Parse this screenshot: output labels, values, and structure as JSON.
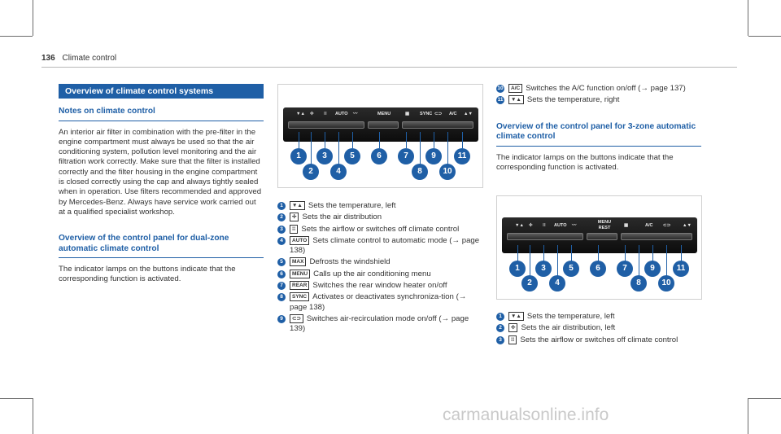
{
  "header": {
    "page_number": "136",
    "section": "Climate control"
  },
  "overview": {
    "banner": "Overview of climate control systems",
    "notes_heading": "Notes on climate control",
    "notes_text": "An interior air filter in combination with the pre-filter in the engine compartment must always be used so that the air conditioning system, pollution level monitoring and the air filtration work correctly. Make sure that the filter is installed correctly and the filter housing in the engine compartment is closed correctly using the cap and always tightly sealed when in operation. Use filters recommended and approved by Mercedes-Benz. Always have service work carried out at a qualified specialist workshop.",
    "dual_heading": "Overview of the control panel for dual-zone automatic climate control",
    "dual_text": "The indicator lamps on the buttons indicate that the corresponding function is activated."
  },
  "figure1": {
    "labels": [
      "▼▲",
      "✢",
      "⁞⁞",
      "AUTO",
      "〰",
      "MENU",
      "▦",
      "SYNC",
      "⊂⊃",
      "A/C",
      "▲▼"
    ],
    "callouts": [
      "1",
      "2",
      "3",
      "4",
      "5",
      "6",
      "7",
      "8",
      "9",
      "10",
      "11"
    ]
  },
  "dual_items": [
    {
      "num": "1",
      "icon": "▼▲",
      "text": "Sets the temperature, left"
    },
    {
      "num": "2",
      "icon": "✢",
      "text": "Sets the air distribution"
    },
    {
      "num": "3",
      "icon": "⁞⁞",
      "text": "Sets the airflow or switches off climate control"
    },
    {
      "num": "4",
      "icon": "AUTO",
      "text": "Sets climate control to automatic mode (→ page 138)"
    },
    {
      "num": "5",
      "icon": "MAX",
      "text": "Defrosts the windshield"
    },
    {
      "num": "6",
      "icon": "MENU",
      "text": "Calls up the air conditioning menu"
    },
    {
      "num": "7",
      "icon": "REAR",
      "text": "Switches the rear window heater on/off"
    },
    {
      "num": "8",
      "icon": "SYNC",
      "text": "Activates or deactivates synchroniza-tion (→ page 138)"
    },
    {
      "num": "9",
      "icon": "⊂⊃",
      "text": "Switches air-recirculation mode on/off (→ page 139)"
    },
    {
      "num": "10",
      "icon": "A/C",
      "text": "Switches the A/C function on/off (→ page 137)"
    },
    {
      "num": "11",
      "icon": "▼▲",
      "text": "Sets the temperature, right"
    }
  ],
  "three_zone": {
    "heading": "Overview of the control panel for 3-zone automatic climate control",
    "text": "The indicator lamps on the buttons indicate that the corresponding function is activated."
  },
  "figure2": {
    "labels": [
      "▼▲",
      "✢",
      "⁞⁞",
      "AUTO",
      "〰",
      "MENU REST",
      "▦",
      "A/C",
      "⊂⊃",
      "▲▼"
    ],
    "callouts": [
      "1",
      "2",
      "3",
      "4",
      "5",
      "6",
      "7",
      "8",
      "9",
      "10",
      "11"
    ]
  },
  "three_items": [
    {
      "num": "1",
      "icon": "▼▲",
      "text": "Sets the temperature, left"
    },
    {
      "num": "2",
      "icon": "✢",
      "text": "Sets the air distribution, left"
    },
    {
      "num": "3",
      "icon": "⁞⁞",
      "text": "Sets the airflow or switches off climate control"
    }
  ],
  "watermark": "carmanualsonline.info"
}
